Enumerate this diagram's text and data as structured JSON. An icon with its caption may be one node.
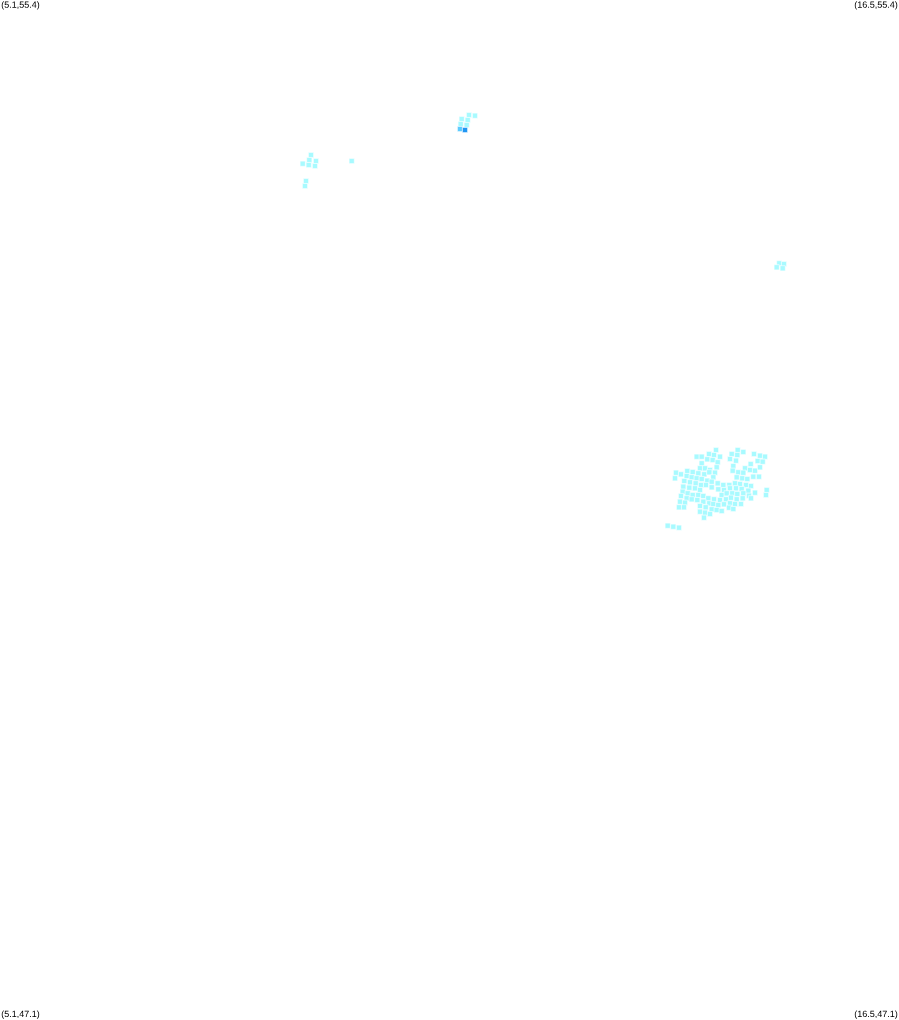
{
  "diagram": {
    "labels": [
      "(5.1,55.4)",
      "(16.5,55.4)",
      "(5.1,47.1)",
      "(16.5,47.1)"
    ]
  }
}
